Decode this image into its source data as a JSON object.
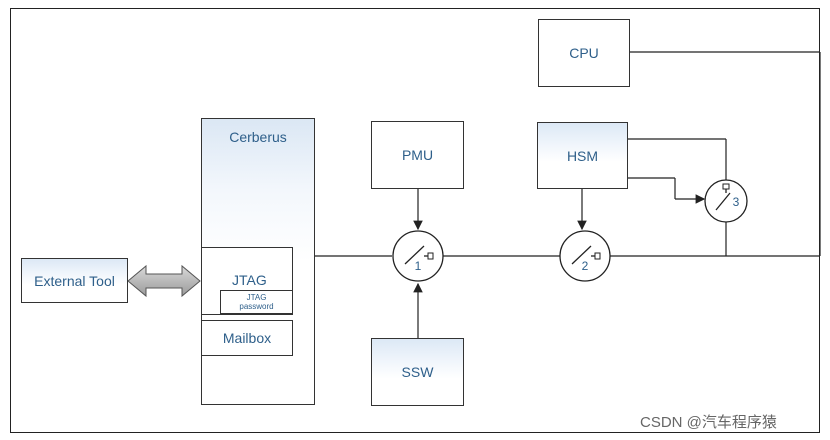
{
  "blocks": {
    "cpu": "CPU",
    "pmu": "PMU",
    "hsm": "HSM",
    "ssw": "SSW",
    "external_tool": "External Tool",
    "cerberus": "Cerberus",
    "jtag": "JTAG",
    "jtag_password": "JTAG password",
    "mailbox": "Mailbox"
  },
  "switches": [
    "1",
    "2",
    "3"
  ],
  "watermark": "CSDN @汽车程序猿"
}
